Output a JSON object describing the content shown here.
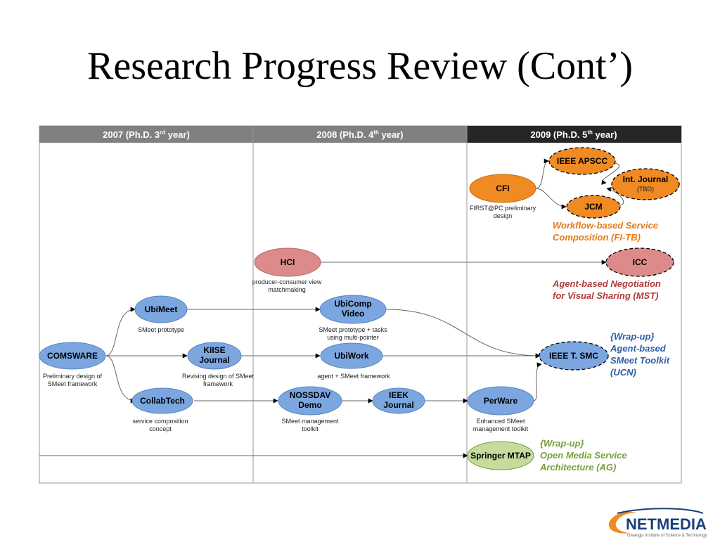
{
  "title": "Research Progress Review (Cont’)",
  "columns": [
    {
      "pre": "2007 (Ph.D. 3",
      "sup": "rd",
      "post": " year)"
    },
    {
      "pre": "2008 (Ph.D. 4",
      "sup": "th",
      "post": " year)"
    },
    {
      "pre": "2009 (Ph.D. 5",
      "sup": "th",
      "post": " year)"
    }
  ],
  "nodes": {
    "comsware": {
      "line1": "COMSWARE",
      "caption1": "Preliminary design of",
      "caption2": "SMeet framework"
    },
    "ubimeet": {
      "line1": "UbiMeet",
      "caption1": "SMeet prototype"
    },
    "kiise": {
      "line1": "KIISE",
      "line2": "Journal",
      "caption1": "Revising design of SMeet",
      "caption2": "framework"
    },
    "collabtech": {
      "line1": "CollabTech",
      "caption1": "service composition",
      "caption2": "concept"
    },
    "hci": {
      "line1": "HCI",
      "caption1": "producer-consumer view",
      "caption2": "matchmaking"
    },
    "ubicomp": {
      "line1": "UbiComp",
      "line2": "Video",
      "caption1": "SMeet prototype + tasks",
      "caption2": "using multi-pointer"
    },
    "ubiwork": {
      "line1": "UbiWork",
      "caption1": "agent + SMeet framework"
    },
    "nossdav": {
      "line1": "NOSSDAV",
      "line2": "Demo",
      "caption1": "SMeet management",
      "caption2": "toolkit"
    },
    "ieek": {
      "line1": "IEEK",
      "line2": "Journal"
    },
    "cfi": {
      "line1": "CFI",
      "caption1": "FIRST@PC preliminary",
      "caption2": "design"
    },
    "apscc": {
      "line1": "IEEE APSCC"
    },
    "jcm": {
      "line1": "JCM"
    },
    "intjournal": {
      "line1": "Int. Journal",
      "sub": "(TBD)"
    },
    "icc": {
      "line1": "ICC"
    },
    "ieeetsmc": {
      "line1": "IEEE T. SMC"
    },
    "perware": {
      "line1": "PerWare",
      "caption1": "Enhanced SMeet",
      "caption2": "management toolkit"
    },
    "springer": {
      "line1": "Springer MTAP"
    }
  },
  "notes": {
    "workflow": [
      "Workflow-based Service",
      "Composition (FI-TB)"
    ],
    "agent": [
      "Agent-based Negotiation",
      "for Visual Sharing (MST)"
    ],
    "ucn": [
      "{Wrap-up}",
      "Agent-based",
      "SMeet Toolkit",
      "(UCN)"
    ],
    "ag": [
      "{Wrap-up}",
      "Open Media Service",
      "Architecture (AG)"
    ]
  },
  "logo": {
    "name": "NETMEDIA",
    "sub": "Gwangju Institute of Science & Technology"
  },
  "colors": {
    "blue_fill": "#7ba6e0",
    "orange_fill": "#f08a22",
    "red_fill": "#dc8a8a",
    "green_fill": "#c5dc9e",
    "header_gray": "#808080",
    "header_dark": "#262626",
    "note_orange": "#e37b1a",
    "note_red": "#b13a3a",
    "note_blue": "#2e5ea7",
    "note_green": "#76a03c"
  }
}
